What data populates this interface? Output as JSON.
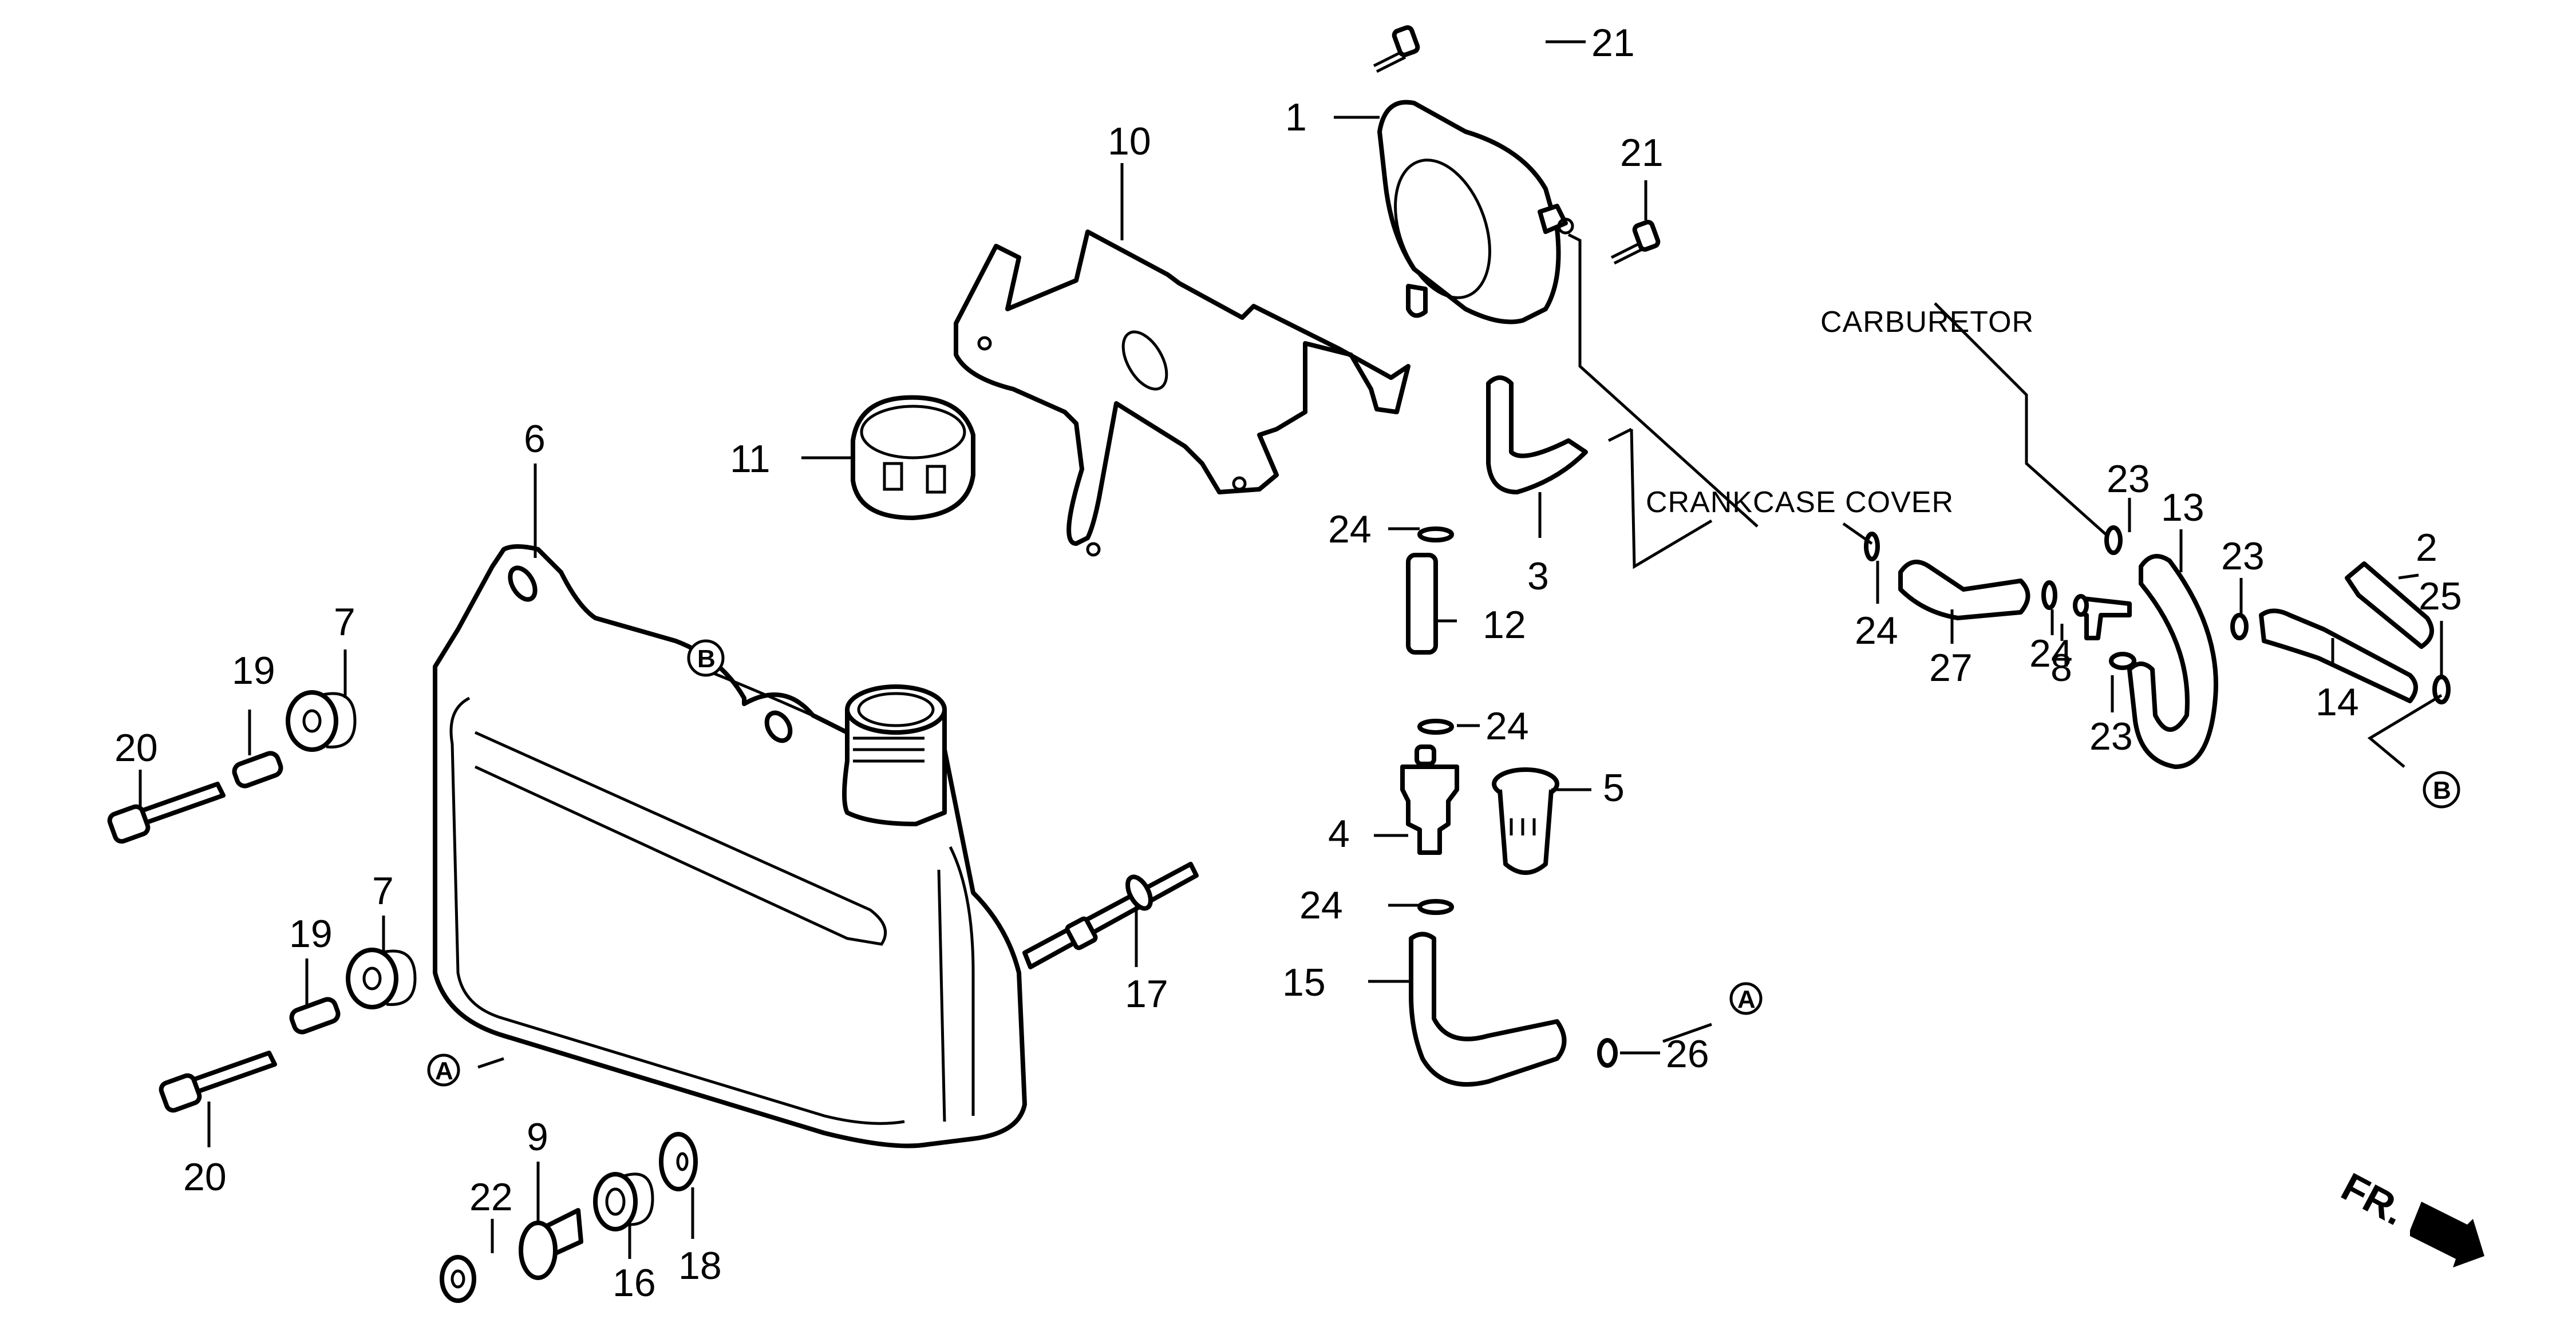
{
  "diagram": {
    "title": "Fuel tank / fuel pump exploded parts diagram",
    "notes": {
      "carburetor": "CARBURETOR",
      "crankcase_cover": "CRANKCASE COVER",
      "front_indicator": "FR."
    },
    "reference_markers": {
      "a": "A",
      "b": "B"
    },
    "callouts": [
      {
        "id": "c1",
        "label": "1",
        "part": "fuel pump"
      },
      {
        "id": "c2",
        "label": "2",
        "part": "hose"
      },
      {
        "id": "c3",
        "label": "3",
        "part": "hose (elbow)"
      },
      {
        "id": "c4",
        "label": "4",
        "part": "fuel cock / valve"
      },
      {
        "id": "c5",
        "label": "5",
        "part": "fuel strainer"
      },
      {
        "id": "c6",
        "label": "6",
        "part": "fuel tank"
      },
      {
        "id": "c7a",
        "label": "7",
        "part": "grommet (upper)"
      },
      {
        "id": "c7b",
        "label": "7",
        "part": "grommet (lower)"
      },
      {
        "id": "c8",
        "label": "8",
        "part": "T-joint"
      },
      {
        "id": "c9",
        "label": "9",
        "part": "collar"
      },
      {
        "id": "c10",
        "label": "10",
        "part": "bracket"
      },
      {
        "id": "c11",
        "label": "11",
        "part": "fuel cap"
      },
      {
        "id": "c12",
        "label": "12",
        "part": "fuel tube"
      },
      {
        "id": "c13",
        "label": "13",
        "part": "hose (U-shape)"
      },
      {
        "id": "c14",
        "label": "14",
        "part": "hose"
      },
      {
        "id": "c15",
        "label": "15",
        "part": "fuel tube (elbow)"
      },
      {
        "id": "c16",
        "label": "16",
        "part": "grommet"
      },
      {
        "id": "c17",
        "label": "17",
        "part": "stud bolt"
      },
      {
        "id": "c18",
        "label": "18",
        "part": "washer"
      },
      {
        "id": "c19a",
        "label": "19",
        "part": "collar (upper)"
      },
      {
        "id": "c19b",
        "label": "19",
        "part": "collar (lower)"
      },
      {
        "id": "c20a",
        "label": "20",
        "part": "flange bolt (upper)"
      },
      {
        "id": "c20b",
        "label": "20",
        "part": "flange bolt (lower)"
      },
      {
        "id": "c21a",
        "label": "21",
        "part": "screw (top)"
      },
      {
        "id": "c21b",
        "label": "21",
        "part": "screw (right)"
      },
      {
        "id": "c22",
        "label": "22",
        "part": "flange nut"
      },
      {
        "id": "c23a",
        "label": "23",
        "part": "clip (top)"
      },
      {
        "id": "c23b",
        "label": "23",
        "part": "clip (right)"
      },
      {
        "id": "c23c",
        "label": "23",
        "part": "clip (bottom)"
      },
      {
        "id": "c24a",
        "label": "24",
        "part": "clip (above tube 12)"
      },
      {
        "id": "c24b",
        "label": "24",
        "part": "clip (below tube 12)"
      },
      {
        "id": "c24c",
        "label": "24",
        "part": "clip (above tube 15)"
      },
      {
        "id": "c24d",
        "label": "24",
        "part": "clip (crankcase side)"
      },
      {
        "id": "c24e",
        "label": "24",
        "part": "clip (near T-joint)"
      },
      {
        "id": "c25",
        "label": "25",
        "part": "clip"
      },
      {
        "id": "c26",
        "label": "26",
        "part": "clip"
      },
      {
        "id": "c27",
        "label": "27",
        "part": "hose"
      }
    ]
  }
}
